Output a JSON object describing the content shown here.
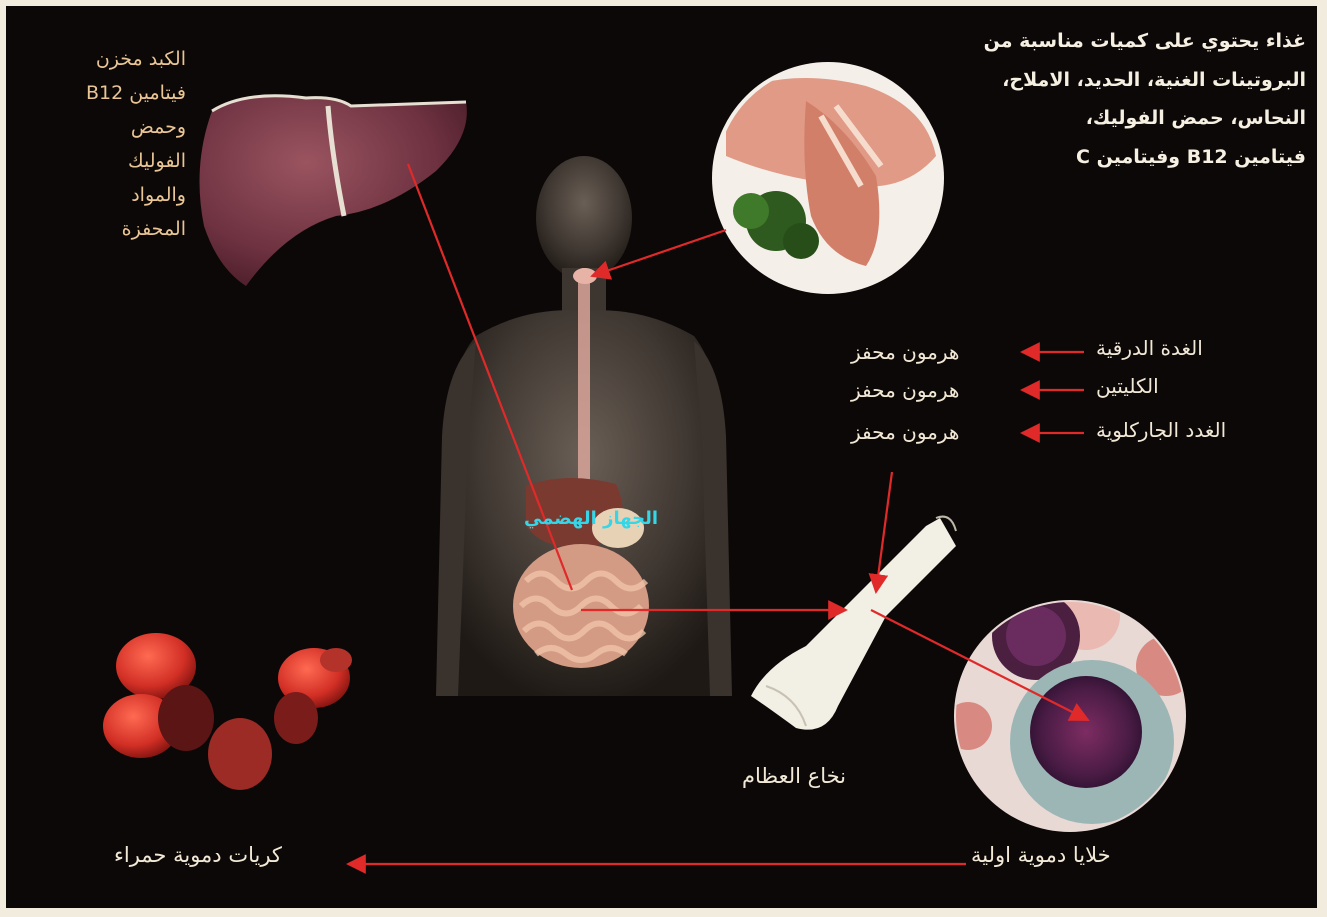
{
  "labels": {
    "liver_note": "الكبد مخزن\nفيتامين B12\nوحمض\nالفوليك\nوالمواد\nالمحفزة",
    "food_note": "غذاء يحتوي على كميات مناسبة من\nالبروتينات الغنية، الحديد، الاملاح،\nالنحاس، حمض الفوليك،\nفيتامين B12 وفيتامين C",
    "digestive_system": "الجهاز الهضمي",
    "hormone_sources": [
      {
        "organ": "الغدة الدرقية",
        "hormone": "هرمون محفز"
      },
      {
        "organ": "الكليتين",
        "hormone": "هرمون محفز"
      },
      {
        "organ": "الغدد الجاركلوية",
        "hormone": "هرمون محفز"
      }
    ],
    "bone_marrow": "نخاع العظام",
    "stem_cells": "خلايا دموية اولية",
    "red_blood_cells": "كريات دموية حمراء"
  },
  "colors": {
    "background": "#0d0808",
    "arrow": "#e02a2a",
    "liver_text": "#e9c694",
    "digestive_text": "#35d6e8",
    "label_text": "#f1e8d6"
  }
}
